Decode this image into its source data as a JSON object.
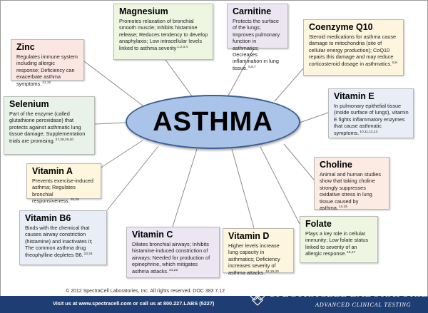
{
  "center": {
    "label": "ASTHMA"
  },
  "colors": {
    "footer": "#1e3e73",
    "ellipse": "#a9c4e8",
    "ellipse_border": "#3c5f95"
  },
  "nutrients": [
    {
      "id": "magnesium",
      "title": "Magnesium",
      "desc": "Promotes relaxation of bronchial smooth muscle; Inhibits histamine release; Reduces tendency to develop anaphylaxis; Low intracellular levels linked to asthma severity",
      "refs": "1,2,3,4",
      "bg": "#eef6e1"
    },
    {
      "id": "carnitine",
      "title": "Carnitine",
      "desc": "Protects the surface of the lungs; Improves pulmonary function in asthmatics; Decreases inflammation in lung tissue.",
      "refs": "5,6,7",
      "bg": "#ebe6f1"
    },
    {
      "id": "coenzyme-q10",
      "title": "Coenzyme Q10",
      "desc": "Steroid medications for asthma cause damage to mitochondria (site of cellular energy production); CoQ10 repairs this damage and may reduce corticosteroid dosage in asthmatics.",
      "refs": "8,9",
      "bg": "#fef5df"
    },
    {
      "id": "zinc",
      "title": "Zinc",
      "desc": "Regulates immune system including allergic response; Deficiency can exacerbate asthma symptoms.",
      "refs": "31,32",
      "bg": "#fbe7e2"
    },
    {
      "id": "selenium",
      "title": "Selenium",
      "desc": "Part of the enzyme (called glutathione peroxidase) that protects against asthmatic lung tissue damage; Supplementation trials are promising.",
      "refs": "27,28,29,30",
      "bg": "#e8f2e8"
    },
    {
      "id": "vitamin-e",
      "title": "Vitamin E",
      "desc": "In pulmonary epithelial tissue (inside surface of lungs), vitamin E fights inflammatory enzymes that cause asthmatic symptoms.",
      "refs": "10,11,12,13",
      "bg": "#e9edf6"
    },
    {
      "id": "vitamin-a",
      "title": "Vitamin A",
      "desc": "Prevents exercise-induced asthma; Regulates bronchial responsiveness.",
      "refs": "25,26",
      "bg": "#fef6dd"
    },
    {
      "id": "choline",
      "title": "Choline",
      "desc": "Animal and human studies show that taking choline strongly suppresses oxidative stress in lung tissue caused by asthma.",
      "refs": "14,15",
      "bg": "#fcebe3"
    },
    {
      "id": "vitamin-b6",
      "title": "Vitamin B6",
      "desc": "Binds with the chemical that causes airway constriction (histamine) and inactivates it; The common asthma drug theophylline depletes B6.",
      "refs": "23,24",
      "bg": "#e9edf6"
    },
    {
      "id": "vitamin-c",
      "title": "Vitamin C",
      "desc": "Dilates bronchial airways; Inhibits histamine-induced constriction of airways; Needed for production of epinephrine, which mitigates asthma attacks.",
      "refs": "21,22",
      "bg": "#ebe6f1"
    },
    {
      "id": "vitamin-d",
      "title": "Vitamin D",
      "desc": "Higher levels increase lung capacity in asthmatics; Deficiency increases severity of asthma attacks.",
      "refs": "18,19,20",
      "bg": "#fef5df"
    },
    {
      "id": "folate",
      "title": "Folate",
      "desc": "Plays a key role in cellular immunity; Low folate status linked to severity of an allergic response.",
      "refs": "16,17",
      "bg": "#eef6e1"
    }
  ],
  "footer": {
    "copyright": "© 2012 SpectraCell Laboratories, Inc. All rights reserved.  DOC 383  7.12",
    "url_line": "Visit us at www.spectracell.com or call us at 800.227.LABS (5227)",
    "brand_name": "SPECTRACELL LABORATORIES",
    "brand_tagline": "ADVANCED CLINICAL TESTING"
  }
}
